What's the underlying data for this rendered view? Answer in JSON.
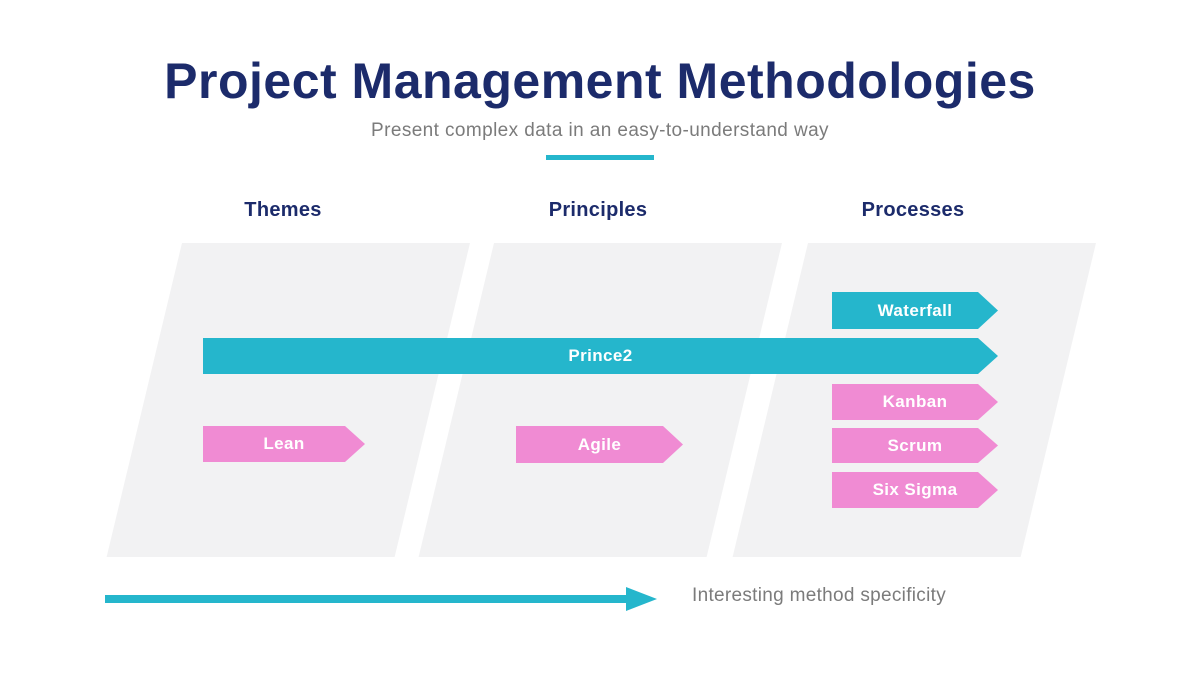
{
  "header": {
    "title": "Project Management Methodologies",
    "subtitle": "Present complex data in an easy-to-understand way"
  },
  "columns": [
    {
      "label": "Themes"
    },
    {
      "label": "Principles"
    },
    {
      "label": "Processes"
    }
  ],
  "arrows": [
    {
      "label": "Waterfall",
      "color": "#25B6CC",
      "column": "Processes"
    },
    {
      "label": "Prince2",
      "color": "#25B6CC",
      "column": "Themes, Principles, Processes"
    },
    {
      "label": "Kanban",
      "color": "#F08BD3",
      "column": "Processes"
    },
    {
      "label": "Scrum",
      "color": "#F08BD3",
      "column": "Processes"
    },
    {
      "label": "Six Sigma",
      "color": "#F08BD3",
      "column": "Processes"
    },
    {
      "label": "Lean",
      "color": "#F08BD3",
      "column": "Themes"
    },
    {
      "label": "Agile",
      "color": "#F08BD3",
      "column": "Principles"
    }
  ],
  "footer": {
    "caption": "Interesting method specificity"
  },
  "colors": {
    "navy": "#1C2B6B",
    "teal": "#25B6CC",
    "pink": "#F08BD3",
    "panel_gray": "#F2F2F3",
    "text_gray": "#7B7B7B",
    "background": "#FFFFFF"
  }
}
